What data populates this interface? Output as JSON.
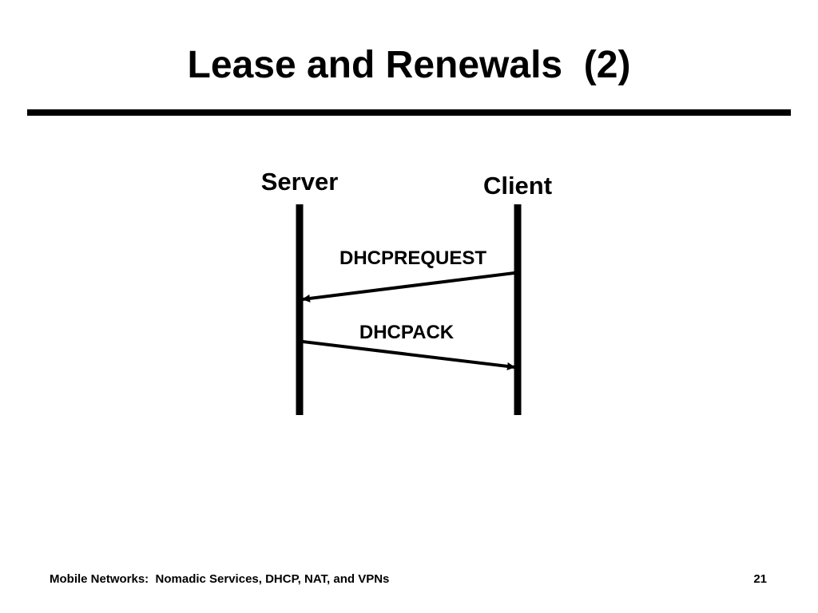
{
  "slide": {
    "title": "Lease and Renewals  (2)",
    "footer_text": "Mobile Networks:  Nomadic Services, DHCP, NAT, and VPNs",
    "page_number": "21"
  },
  "diagram": {
    "participants": {
      "server": "Server",
      "client": "Client"
    },
    "messages": [
      {
        "label": "DHCPREQUEST",
        "from": "Client",
        "to": "Server"
      },
      {
        "label": "DHCPACK",
        "from": "Server",
        "to": "Client"
      }
    ]
  }
}
